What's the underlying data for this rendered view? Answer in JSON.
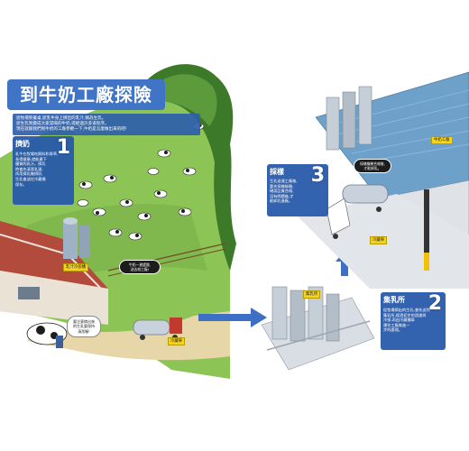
{
  "title": "到牛奶工廠探險吧！",
  "intro_lines": [
    "從牧場到餐桌,從乳牛身上擠出的乳汁,稱為生乳。",
    "從生乳到變成大家常喝的牛奶,得經過許多道程序。",
    "現在就跟我們到牛奶的工廠參觀一下,牛奶是怎麼做出來的吧!"
  ],
  "steps": [
    {
      "title": "擠奶",
      "number": "1",
      "lines": [
        "乳牛在牧場吃飼料和青草,",
        "長得健康,就能產下",
        "優質的乳汁。擠乳",
        "時會先清潔乳頭,",
        "再用擠乳機擠奶,",
        "生乳會送往冷藏桶",
        "保存。"
      ]
    },
    {
      "title": "集乳所",
      "number": "2",
      "lines": [
        "從牧場擠出的生乳,會先送到",
        "集乳所,經過初步的過濾與",
        "冷卻,再由冷藏槽車",
        "運往工廠做進一",
        "步的處理。"
      ]
    },
    {
      "title": "採樣",
      "number": "3",
      "lines": [
        "生乳送達工廠後,",
        "要先採樣檢驗,",
        "確認品質合格、",
        "沒有問題後,才",
        "能卸乳進廠。"
      ]
    }
  ],
  "labels": {
    "cooling_tank": "乳汁冷卻槽",
    "tank_truck_1": "冷藏車",
    "collection_point": "集乳所",
    "tank_truck_2": "冷藏車",
    "factory": "牛奶工廠"
  },
  "bubbles": {
    "cow": [
      "要注意擠出來",
      "的生乳要保持",
      "清潔喔!"
    ],
    "truck": [
      "牛奶一邊趕路,",
      "送去給工廠!"
    ],
    "sampling": [
      "採樣檢驗合格後,",
      "才能卸乳。"
    ]
  },
  "colors": {
    "title_bg": "#3f74c7",
    "step_bg": "#285aaa",
    "label_yellow": "#f5d323",
    "arrow": "#3d6fc4",
    "grass": "#7bb24a",
    "tree": "#3c7a2a"
  }
}
